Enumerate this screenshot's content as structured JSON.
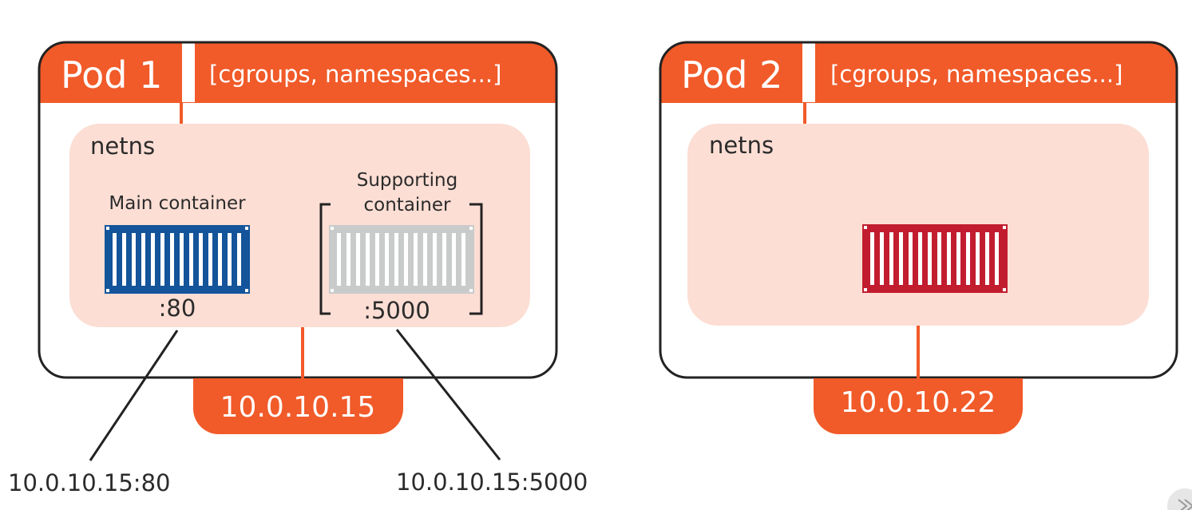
{
  "colors": {
    "accent": "#f15a29",
    "netns_fill": "#fcded4",
    "main_container": "#13549a",
    "supporting_container": "#c9cbcb",
    "pod2_container": "#c21d2f",
    "outline": "#222222"
  },
  "pod1": {
    "title": "Pod 1",
    "subtitle": "[cgroups, namespaces...]",
    "netns_label": "netns",
    "main_container": {
      "label": "Main container",
      "port": ":80",
      "icon": "shipping-container-icon"
    },
    "supporting_container": {
      "label_line1": "Supporting",
      "label_line2": "container",
      "port": ":5000",
      "icon": "shipping-container-icon"
    },
    "ip": "10.0.10.15",
    "endpoint_main": "10.0.10.15:80",
    "endpoint_supporting": "10.0.10.15:5000"
  },
  "pod2": {
    "title": "Pod 2",
    "subtitle": "[cgroups, namespaces...]",
    "netns_label": "netns",
    "container": {
      "icon": "shipping-container-icon"
    },
    "ip": "10.0.10.22"
  }
}
